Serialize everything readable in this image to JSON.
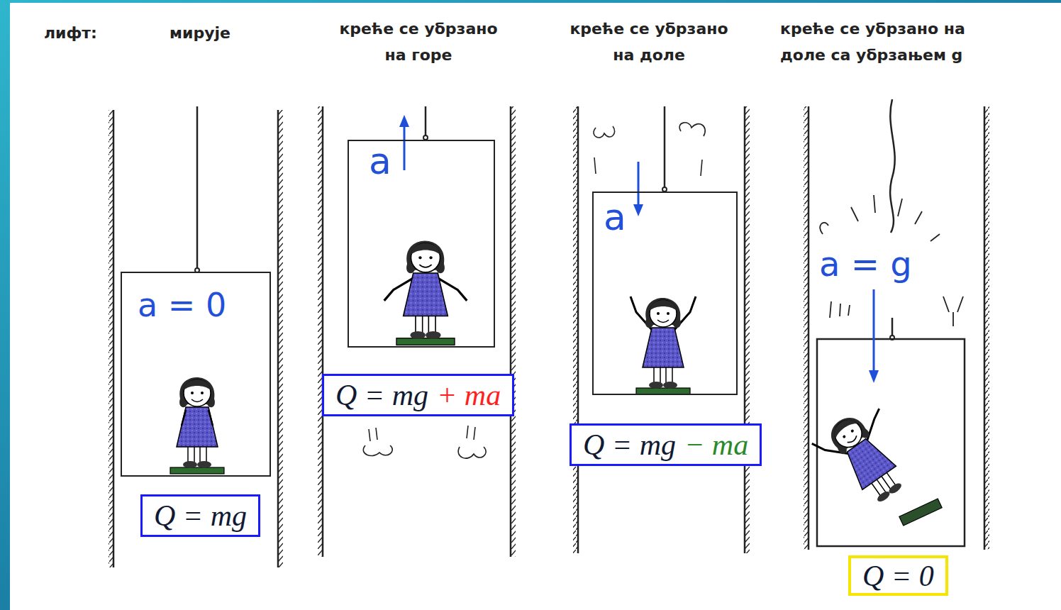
{
  "diagram": {
    "nodes": [
      {
        "text": [
          "a = 0"
        ]
      },
      {
        "text": [
          "Q = mg"
        ]
      },
      {
        "text": [
          "a"
        ]
      },
      {
        "text": [
          "Q = mg",
          "+ ma"
        ]
      },
      {
        "text": [
          "a"
        ]
      },
      {
        "text": [
          "Q = mg",
          "− ma"
        ]
      },
      {
        "text": [
          "Q = 0"
        ]
      }
    ],
    "labels": [
      "лифт:",
      "мирује",
      "креће се убрзано на горе",
      "креће се убрзано на доле",
      "креће се убрзано на доле са убрзањем g",
      "a = g"
    ]
  }
}
